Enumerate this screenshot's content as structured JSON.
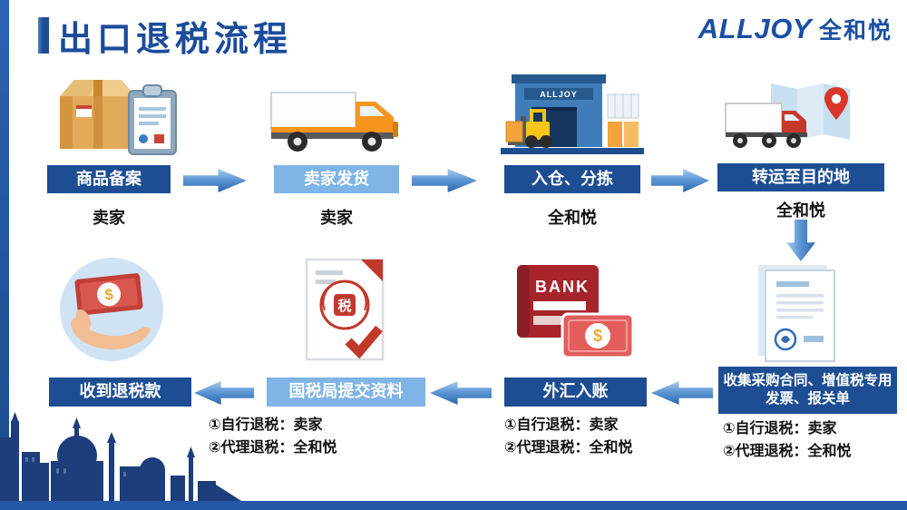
{
  "page": {
    "title": "出口退税流程",
    "logo": {
      "main": "ALLJOY",
      "sub": "全和悦"
    }
  },
  "colors": {
    "primary_blue": "#1D4E94",
    "light_blue": "#7FB4E6",
    "title_blue": "#1B4C9C",
    "arrow_blue": "#2A67AE",
    "accent_red": "#C0392B",
    "accent_orange": "#F7941D",
    "skyline_navy": "#1D3E7B"
  },
  "flow": {
    "top_steps": [
      {
        "label": "商品备案",
        "actor": "卖家",
        "style": "dark",
        "icon": "package-clipboard-icon"
      },
      {
        "label": "卖家发货",
        "actor": "卖家",
        "style": "light",
        "icon": "delivery-truck-icon"
      },
      {
        "label": "入仓、分拣",
        "actor": "全和悦",
        "style": "dark",
        "icon": "warehouse-forklift-icon"
      },
      {
        "label": "转运至目的地",
        "actor": "全和悦",
        "style": "dark",
        "icon": "transport-to-destination-icon"
      }
    ],
    "bottom_steps": [
      {
        "label": "收集采购合同、增值税专用发票、报关单",
        "style": "dark",
        "icon": "contract-documents-icon",
        "notes": [
          "①自行退税：卖家",
          "②代理退税：全和悦"
        ]
      },
      {
        "label": "外汇入账",
        "style": "dark",
        "icon": "bank-deposit-icon",
        "notes": [
          "①自行退税：卖家",
          "②代理退税：全和悦"
        ]
      },
      {
        "label": "国税局提交资料",
        "style": "light",
        "icon": "tax-bureau-document-icon",
        "notes": [
          "①自行退税：卖家",
          "②代理退税：全和悦"
        ]
      },
      {
        "label": "收到退税款",
        "style": "dark",
        "icon": "receive-refund-icon"
      }
    ]
  },
  "icon_text": {
    "warehouse_sign": "ALLJOY",
    "bank": "BANK",
    "tax_seal": "税",
    "dollar": "$"
  }
}
